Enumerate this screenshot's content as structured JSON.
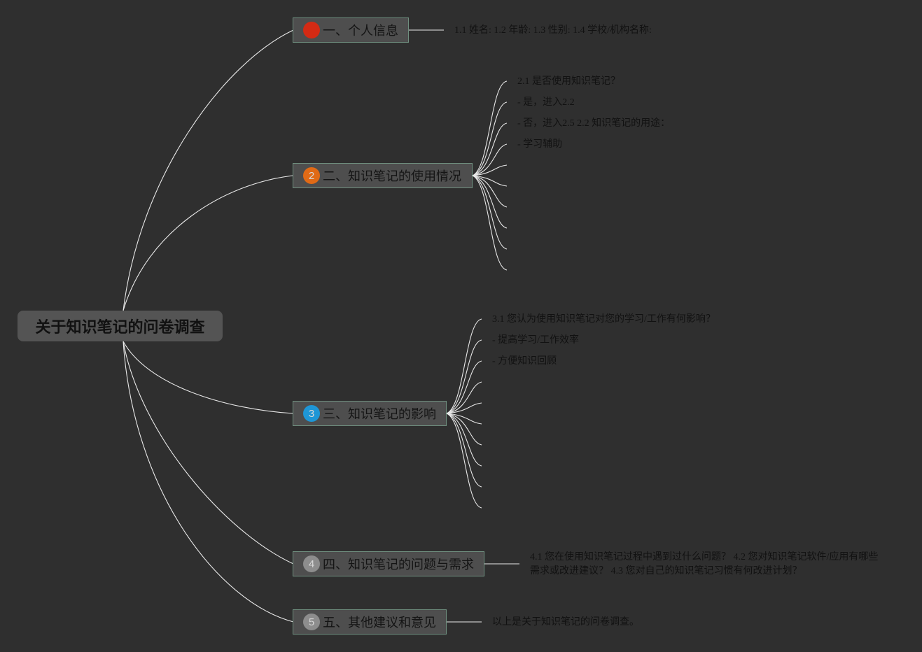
{
  "root": {
    "title": "关于知识笔记的问卷调查"
  },
  "branches": [
    {
      "badge": "",
      "label": "一、个人信息",
      "color": "#d42a14"
    },
    {
      "badge": "2",
      "label": "二、知识笔记的使用情况",
      "color": "#e06a16"
    },
    {
      "badge": "3",
      "label": "三、知识笔记的影响",
      "color": "#1e96d6"
    },
    {
      "badge": "4",
      "label": "四、知识笔记的问题与需求",
      "color": "#8d8d8d"
    },
    {
      "badge": "5",
      "label": "五、其他建议和意见",
      "color": "#8d8d8d"
    }
  ],
  "leaves": {
    "b1": [
      "1.1 姓名: 1.2 年龄: 1.3 性别: 1.4 学校/机构名称:"
    ],
    "b2": [
      "2.1 是否使用知识笔记？",
      "- 是，进入2.2",
      "- 否，进入2.5 2.2 知识笔记的用途：",
      "- 学习辅助"
    ],
    "b3": [
      "3.1 您认为使用知识笔记对您的学习/工作有何影响？",
      "- 提高学习/工作效率",
      "- 方便知识回顾"
    ],
    "b4": [
      "4.1 您在使用知识笔记过程中遇到过什么问题？ 4.2 您对知识笔记软件/应用有哪些",
      "需求或改进建议？ 4.3 您对自己的知识笔记习惯有何改进计划？"
    ],
    "b5": [
      "以上是关于知识笔记的问卷调查。"
    ]
  }
}
